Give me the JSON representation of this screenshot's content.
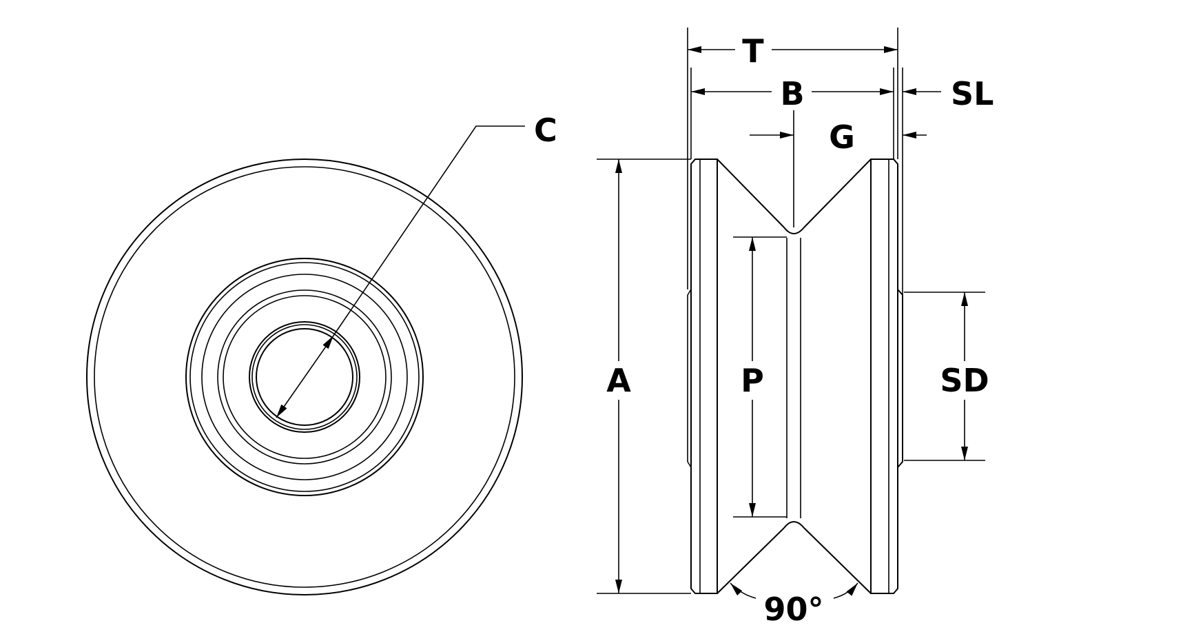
{
  "dimensions": {
    "thickness": "T",
    "bore_width": "B",
    "shoulder_length": "SL",
    "groove_offset": "G",
    "bore_diameter": "C",
    "outer_diameter": "A",
    "pitch_diameter": "P",
    "shoulder_diameter": "SD",
    "groove_angle": "90°"
  },
  "colors": {
    "line": "#000000",
    "background": "#ffffff"
  }
}
